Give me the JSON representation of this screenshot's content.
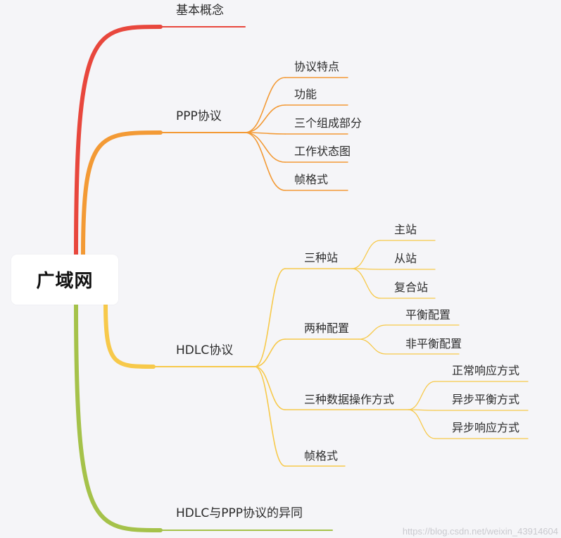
{
  "root": "广域网",
  "branches": {
    "basic": {
      "label": "基本概念",
      "color": "#e8473d"
    },
    "ppp": {
      "label": "PPP协议",
      "color": "#f39a35",
      "children": [
        "协议特点",
        "功能",
        "三个组成部分",
        "工作状态图",
        "帧格式"
      ]
    },
    "hdlc": {
      "label": "HDLC协议",
      "color": "#f7c94a",
      "stations": {
        "label": "三种站",
        "children": [
          "主站",
          "从站",
          "复合站"
        ]
      },
      "configs": {
        "label": "两种配置",
        "children": [
          "平衡配置",
          "非平衡配置"
        ]
      },
      "modes": {
        "label": "三种数据操作方式",
        "children": [
          "正常响应方式",
          "异步平衡方式",
          "异步响应方式"
        ]
      },
      "frame": {
        "label": "帧格式"
      }
    },
    "diff": {
      "label": "HDLC与PPP协议的异同",
      "color": "#a5c24a"
    }
  },
  "watermark": "https://blog.csdn.net/weixin_43914604"
}
